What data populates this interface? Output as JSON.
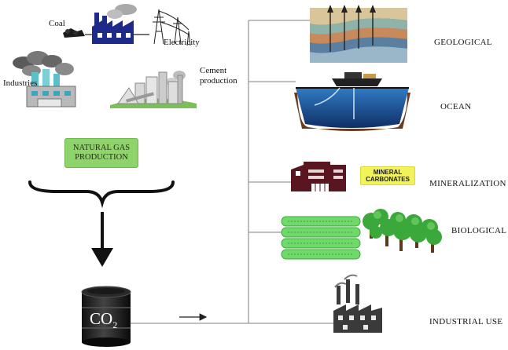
{
  "sources": {
    "coal": "Coal",
    "electricity": "Electricity",
    "industries": "Industries",
    "cement_line1": "Cement",
    "cement_line2": "production",
    "natural_gas_line1": "NATURAL GAS",
    "natural_gas_line2": "PRODUCTION"
  },
  "barrel": {
    "formula_main": "CO",
    "formula_sub": "2"
  },
  "destinations": {
    "geological": "GEOLOGICAL",
    "ocean": "OCEAN",
    "mineral_line1": "MINERAL",
    "mineral_line2": "CARBONATES",
    "mineralization": "MINERALIZATION",
    "biological": "BIOLOGICAL",
    "industrial_use": "INDUSTRIAL USE"
  },
  "colors": {
    "factory_blue": "#1d2a8a",
    "building_red": "#5a1620",
    "gas_box": "#8fd46a",
    "mineral_box": "#f2f25a",
    "tree_green": "#3aa83a",
    "ocean_blue": "#1a4e8c",
    "connector": "#9a9a9a"
  }
}
